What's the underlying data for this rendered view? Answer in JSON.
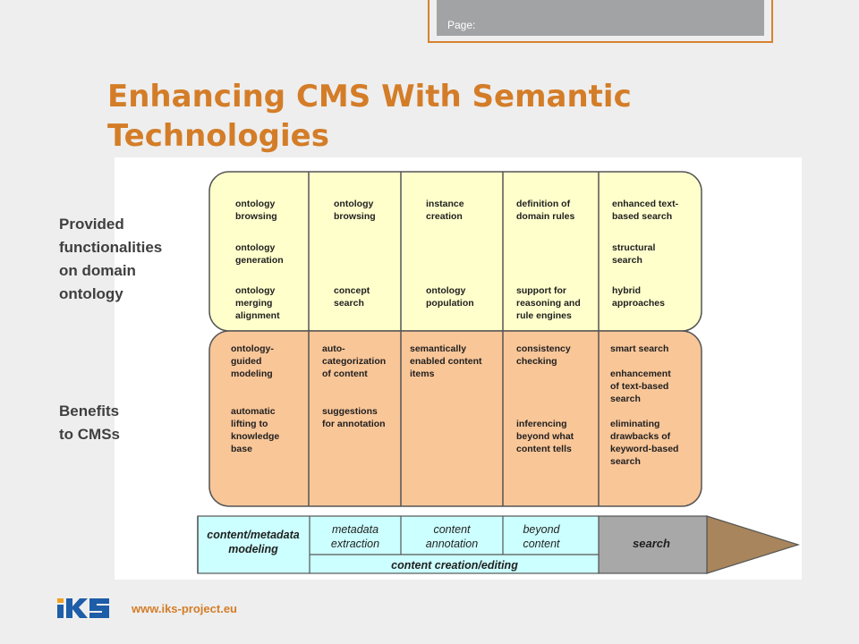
{
  "header": {
    "page_label": "Page:"
  },
  "title": "Enhancing CMS With Semantic Technologies",
  "side_labels": {
    "provided": "Provided\nfunctionalities\non domain\nontology",
    "benefits": "Benefits\nto CMSs"
  },
  "colors": {
    "accent": "#d47d28",
    "top_band": "#ffffcc",
    "bottom_band": "#f9c698",
    "phase_bar": "#ccffff",
    "arrow": "#a8855c"
  },
  "functionalities": [
    [
      "ontology",
      "browsing",
      "ontology",
      "generation",
      "ontology",
      "merging",
      "alignment"
    ],
    [
      "ontology",
      "browsing",
      "concept",
      "search"
    ],
    [
      "instance",
      "creation",
      "ontology",
      "population"
    ],
    [
      "definition of",
      "domain rules",
      "support for",
      "reasoning and",
      "rule engines"
    ],
    [
      "enhanced text-",
      "based search",
      "structural",
      "search",
      "hybrid",
      "approaches"
    ]
  ],
  "benefits": [
    [
      "ontology-",
      "guided",
      "modeling",
      "automatic",
      "lifting to",
      "knowledge",
      "base"
    ],
    [
      "auto-",
      "categorization",
      "of content",
      "suggestions",
      "for annotation"
    ],
    [
      "semantically",
      "enabled content",
      "items"
    ],
    [
      "consistency",
      "checking",
      "inferencing",
      "beyond what",
      "content tells"
    ],
    [
      "smart search",
      "enhancement",
      "of text-based",
      "search",
      "eliminating",
      "drawbacks of",
      "keyword-based",
      "search"
    ]
  ],
  "phases": {
    "modeling": [
      "content/metadata",
      "modeling"
    ],
    "extraction": [
      "metadata",
      "extraction"
    ],
    "annotation": [
      "content",
      "annotation"
    ],
    "beyond": [
      "beyond",
      "content"
    ],
    "creation": "content creation/editing",
    "search": "search"
  },
  "footer": {
    "url": "www.iks-project.eu",
    "logo_icon": "iks-logo-icon"
  }
}
